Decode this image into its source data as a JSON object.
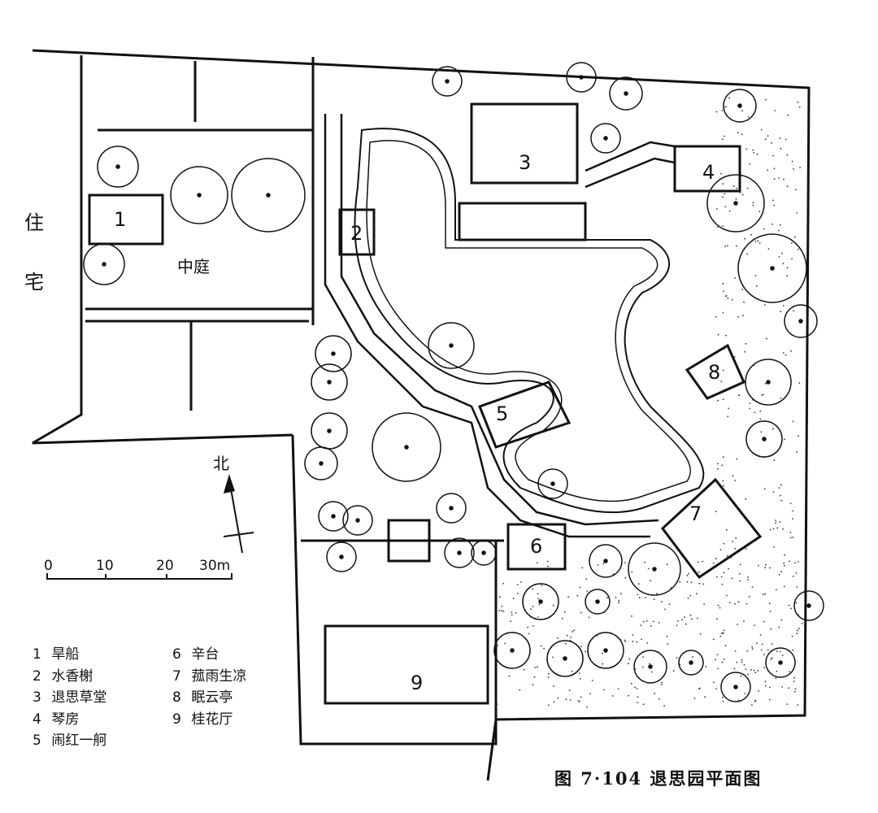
{
  "figure": {
    "caption": "图 7·104 退思园平面图",
    "side_label_top": "住",
    "side_label_bottom": "宅",
    "courtyard_label": "中庭",
    "north_label": "北"
  },
  "scale_bar": {
    "ticks": [
      "0",
      "10",
      "20",
      "30m"
    ]
  },
  "site_numbers": [
    "1",
    "2",
    "3",
    "4",
    "5",
    "6",
    "7",
    "8",
    "9"
  ],
  "legend": [
    {
      "num": "1",
      "name": "旱船"
    },
    {
      "num": "2",
      "name": "水香榭"
    },
    {
      "num": "3",
      "name": "退思草堂"
    },
    {
      "num": "4",
      "name": "琴房"
    },
    {
      "num": "5",
      "name": "闹红一舸"
    },
    {
      "num": "6",
      "name": "辛台"
    },
    {
      "num": "7",
      "name": "菰雨生凉"
    },
    {
      "num": "8",
      "name": "眠云亭"
    },
    {
      "num": "9",
      "name": "桂花厅"
    }
  ]
}
